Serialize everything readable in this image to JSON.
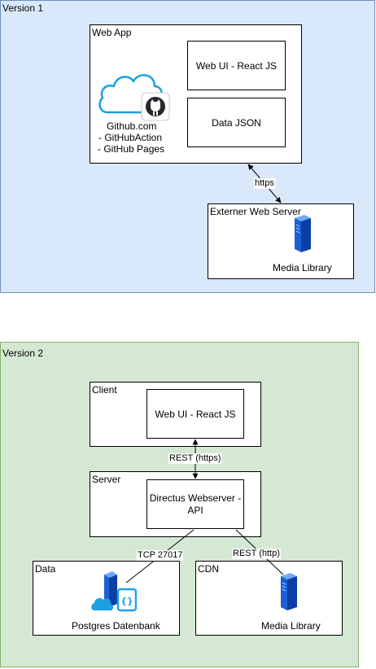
{
  "version1": {
    "title": "Version 1",
    "web_app": {
      "title": "Web App",
      "web_ui": "Web UI - React JS",
      "data_json": "Data JSON",
      "github_lines": [
        "Github.com",
        "- GitHubAction",
        "- GitHub Pages"
      ]
    },
    "edge_https": "https",
    "external_server": {
      "title": "Externer Web Server",
      "media_library": "Media Library"
    }
  },
  "version2": {
    "title": "Version 2",
    "client": {
      "title": "Client",
      "web_ui": "Web UI - React JS"
    },
    "edge_rest_https": "REST (https)",
    "server": {
      "title": "Server",
      "directus_lines": [
        "Directus Webserver -",
        "API"
      ]
    },
    "edge_tcp": "TCP 27017",
    "edge_rest_http": "REST (http)",
    "data": {
      "title": "Data",
      "postgres": "Postgres Datenbank"
    },
    "cdn": {
      "title": "CDN",
      "media_library": "Media Library"
    }
  },
  "colors": {
    "version1_fill": "#dae8fc",
    "version1_stroke": "#6c8ebf",
    "version2_fill": "#d5e8d4",
    "version2_stroke": "#82b366",
    "server_icon": "#1a5fd6",
    "cloud_icon": "#1ba1e2",
    "github_icon": "#24292e"
  },
  "icons": [
    "cloud-github-icon",
    "server-tower-icon",
    "cloud-database-icon"
  ]
}
